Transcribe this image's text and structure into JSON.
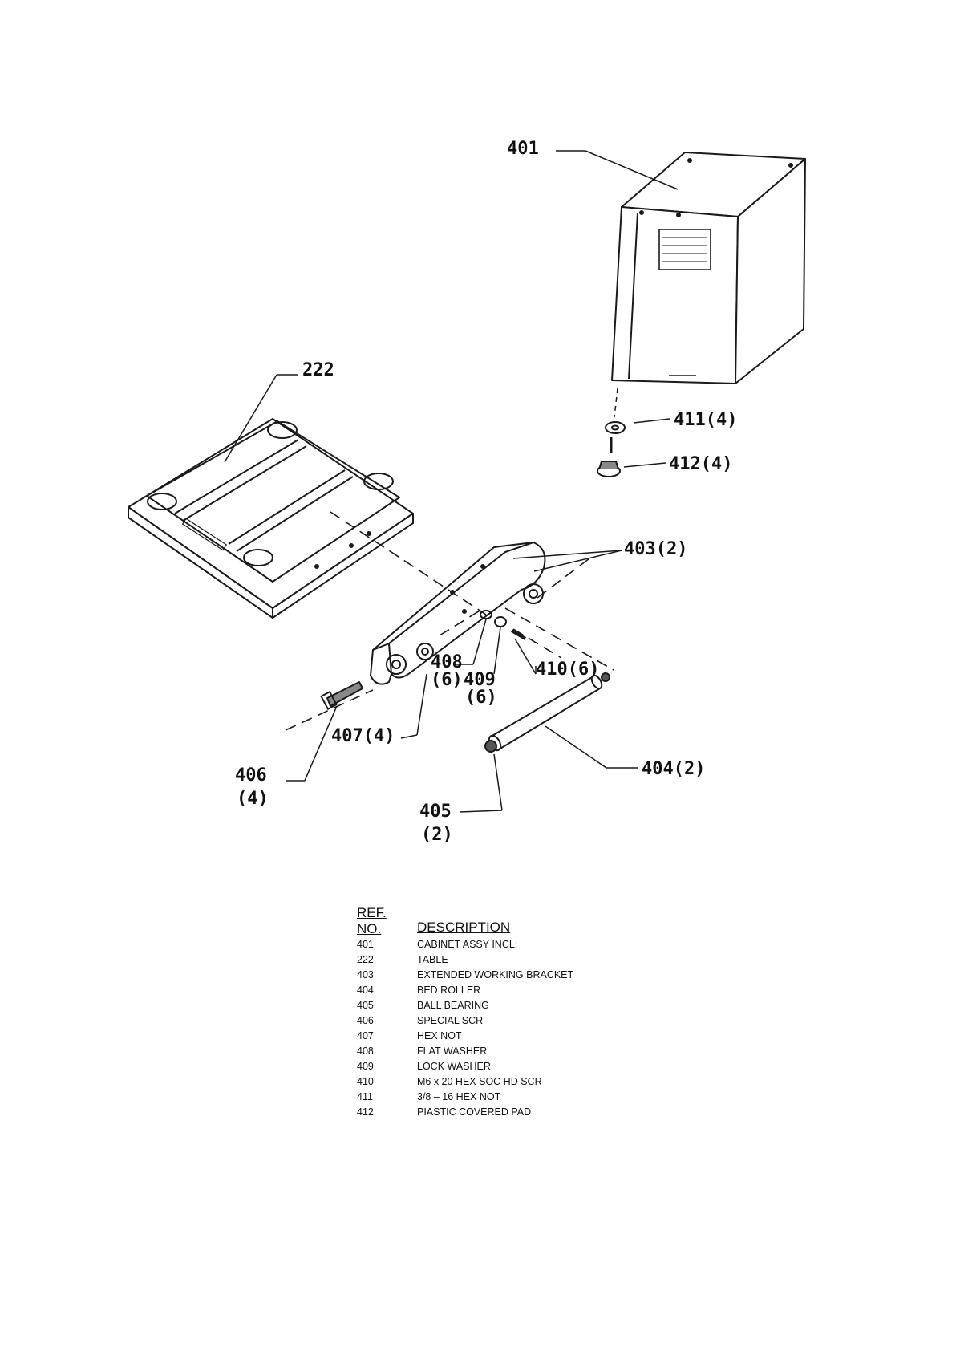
{
  "callouts": {
    "c401": "401",
    "c222": "222",
    "c411": "411(4)",
    "c412": "412(4)",
    "c403": "403(2)",
    "c408a": "408",
    "c408b": "(6)",
    "c409a": "409",
    "c409b": "(6)",
    "c410": "410(6)",
    "c407": "407(4)",
    "c406a": "406",
    "c406b": "(4)",
    "c404": "404(2)",
    "c405a": "405",
    "c405b": "(2)"
  },
  "legend": {
    "header_ref_line1": "REF.",
    "header_ref_line2": "NO.",
    "header_desc": "DESCRIPTION",
    "rows": [
      {
        "ref": "401",
        "desc": "CABINET ASSY INCL:"
      },
      {
        "ref": "222",
        "desc": "TABLE"
      },
      {
        "ref": "403",
        "desc": "EXTENDED WORKING BRACKET"
      },
      {
        "ref": "404",
        "desc": "BED ROLLER"
      },
      {
        "ref": "405",
        "desc": "BALL BEARING"
      },
      {
        "ref": "406",
        "desc": "SPECIAL SCR"
      },
      {
        "ref": "407",
        "desc": "HEX NOT"
      },
      {
        "ref": "408",
        "desc": "FLAT WASHER"
      },
      {
        "ref": "409",
        "desc": "LOCK WASHER"
      },
      {
        "ref": "410",
        "desc": "M6 x 20 HEX SOC HD SCR"
      },
      {
        "ref": "411",
        "desc": "3/8 – 16 HEX NOT"
      },
      {
        "ref": "412",
        "desc": "PIASTIC COVERED PAD"
      }
    ]
  }
}
